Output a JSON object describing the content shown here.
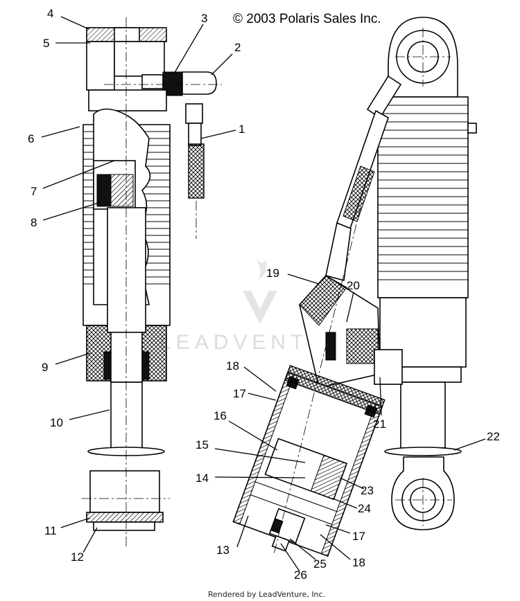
{
  "copyright": "© 2003 Polaris Sales Inc.",
  "footer": "Rendered by LeadVenture, Inc.",
  "watermark": "LEADVENTURE",
  "colors": {
    "line": "#000000",
    "background": "#ffffff",
    "watermark": "#d9d9d9"
  },
  "callouts": [
    "1",
    "2",
    "3",
    "4",
    "5",
    "6",
    "7",
    "8",
    "9",
    "10",
    "11",
    "12",
    "13",
    "14",
    "15",
    "16",
    "17",
    "17",
    "18",
    "18",
    "19",
    "20",
    "21",
    "22",
    "23",
    "24",
    "25",
    "26"
  ]
}
